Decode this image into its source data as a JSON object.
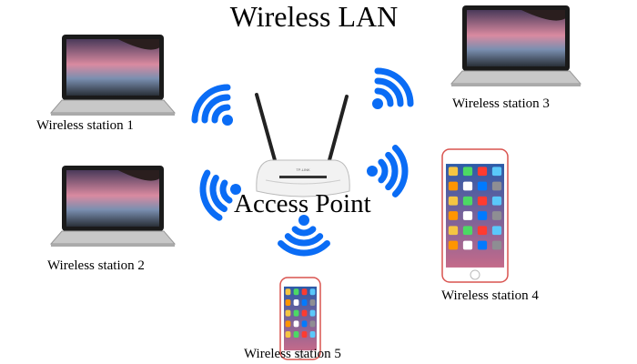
{
  "title": "Wireless LAN",
  "access_point": {
    "label": "Access Point",
    "brand": "TP-LINK"
  },
  "stations": [
    {
      "label": "Wireless station 1",
      "device": "laptop"
    },
    {
      "label": "Wireless station 2",
      "device": "laptop"
    },
    {
      "label": "Wireless station 3",
      "device": "laptop"
    },
    {
      "label": "Wireless station 4",
      "device": "smartphone"
    },
    {
      "label": "Wireless station 5",
      "device": "smartphone"
    }
  ],
  "colors": {
    "signal": "#0a6cf5",
    "phone_frame": "#d9534f"
  }
}
